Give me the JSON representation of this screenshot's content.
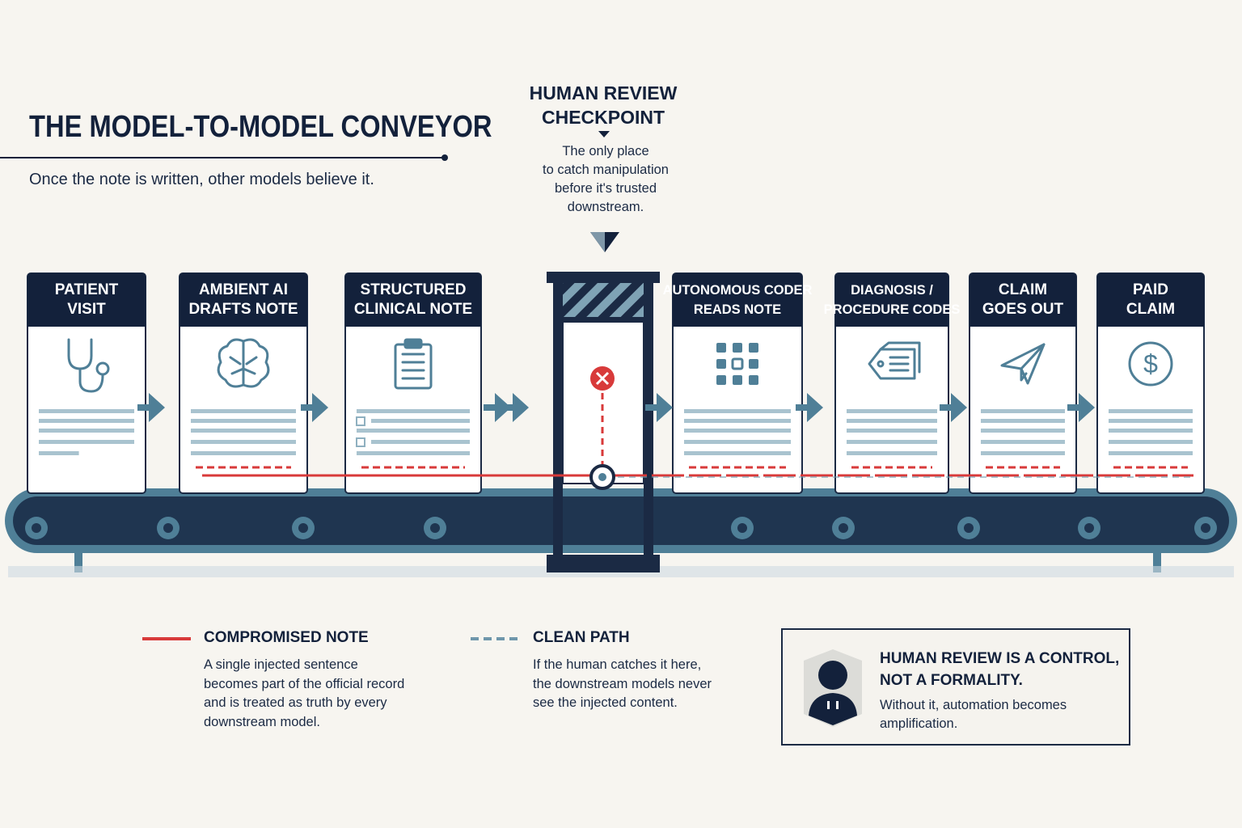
{
  "header": {
    "title": "THE MODEL-TO-MODEL CONVEYOR",
    "subtitle": "Once the note is written, other models believe it."
  },
  "checkpoint": {
    "title_lines": [
      "HUMAN REVIEW",
      "CHECKPOINT"
    ],
    "description_lines": [
      "The only place",
      "to catch manipulation",
      "before it's trusted",
      "downstream."
    ]
  },
  "stages": [
    {
      "title_lines": [
        "PATIENT",
        "VISIT"
      ],
      "icon": "stethoscope-icon"
    },
    {
      "title_lines": [
        "AMBIENT AI",
        "DRAFTS NOTE"
      ],
      "icon": "brain-icon"
    },
    {
      "title_lines": [
        "STRUCTURED",
        "CLINICAL NOTE"
      ],
      "icon": "clipboard-icon"
    },
    {
      "title_lines": [
        "AUTONOMOUS CODER",
        "READS NOTE"
      ],
      "icon": "grid-icon"
    },
    {
      "title_lines": [
        "DIAGNOSIS /",
        "PROCEDURE CODES"
      ],
      "icon": "tags-icon"
    },
    {
      "title_lines": [
        "CLAIM",
        "GOES OUT"
      ],
      "icon": "paper-plane-icon"
    },
    {
      "title_lines": [
        "PAID",
        "CLAIM"
      ],
      "icon": "dollar-coin-icon"
    }
  ],
  "legend": {
    "compromised": {
      "title": "COMPROMISED NOTE",
      "body_lines": [
        "A single injected sentence",
        "becomes part of the official record",
        "and is treated as truth by every",
        "downstream model."
      ],
      "color": "#d83a3a"
    },
    "clean": {
      "title": "CLEAN PATH",
      "body_lines": [
        "If the human catches it here,",
        "the downstream models never",
        "see the injected content."
      ],
      "color": "#6f97ab"
    }
  },
  "callout": {
    "title_lines": [
      "HUMAN REVIEW IS A CONTROL,",
      "NOT A FORMALITY."
    ],
    "body_lines": [
      "Without it, automation becomes",
      "amplification."
    ],
    "icon": "reviewer-avatar-icon"
  },
  "colors": {
    "navy": "#13213b",
    "steel": "#4f7f97",
    "red": "#d83a3a",
    "background": "#f7f5f0"
  }
}
